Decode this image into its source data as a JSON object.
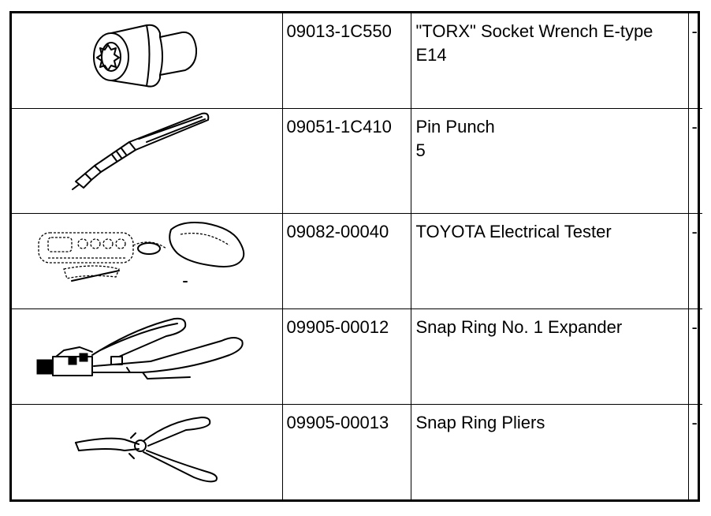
{
  "rows": [
    {
      "icon": "torx-socket-icon",
      "part_number": "09013-1C550",
      "name_line1": "\"TORX\" Socket Wrench E-type",
      "name_line2": "E14",
      "note": "-"
    },
    {
      "icon": "pin-punch-icon",
      "part_number": "09051-1C410",
      "name_line1": "Pin Punch",
      "name_line2": "5",
      "note": "-"
    },
    {
      "icon": "electrical-tester-icon",
      "part_number": "09082-00040",
      "name_line1": "TOYOTA Electrical Tester",
      "name_line2": "",
      "note": "-"
    },
    {
      "icon": "snap-ring-expander-icon",
      "part_number": "09905-00012",
      "name_line1": "Snap Ring No. 1 Expander",
      "name_line2": "",
      "note": "-"
    },
    {
      "icon": "snap-ring-pliers-icon",
      "part_number": "09905-00013",
      "name_line1": "Snap Ring Pliers",
      "name_line2": "",
      "note": "-"
    }
  ]
}
